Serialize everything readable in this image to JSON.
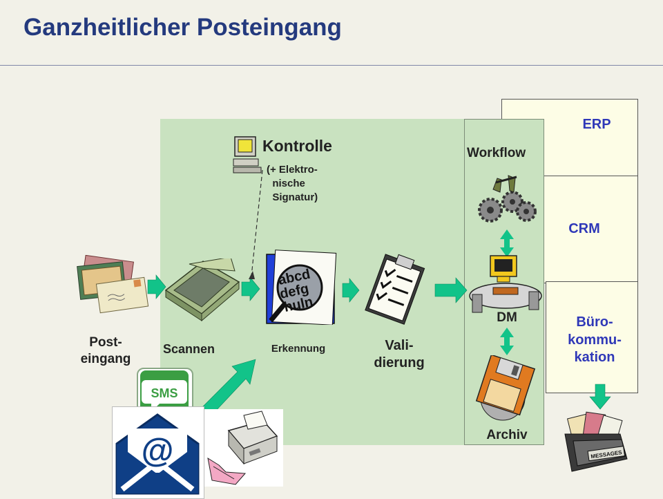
{
  "title": "Ganzheitlicher Posteingang",
  "stages": {
    "posteingang": "Post-\neingang",
    "scannen": "Scannen",
    "erkennung": "Erkennung",
    "validierung": "Vali-\ndierung"
  },
  "kontrolle": {
    "title": "Kontrolle",
    "note": "(+ Elektro-\n  nische\n  Signatur)"
  },
  "workflow_column": {
    "workflow": "Workflow",
    "dm": "DM",
    "archiv": "Archiv"
  },
  "systems": {
    "erp": "ERP",
    "crm": "CRM",
    "buero": "Büro-\nkommu-\nkation"
  },
  "icons": {
    "sms_label": "SMS",
    "email_label": "@",
    "recognition_text": "abcd\ndefg\nhuln",
    "messages_label": "MESSAGES"
  },
  "colors": {
    "title": "#243a7e",
    "arrow": "#12c389",
    "panel": "#c9e2c0",
    "system_label": "#2f38b8"
  }
}
